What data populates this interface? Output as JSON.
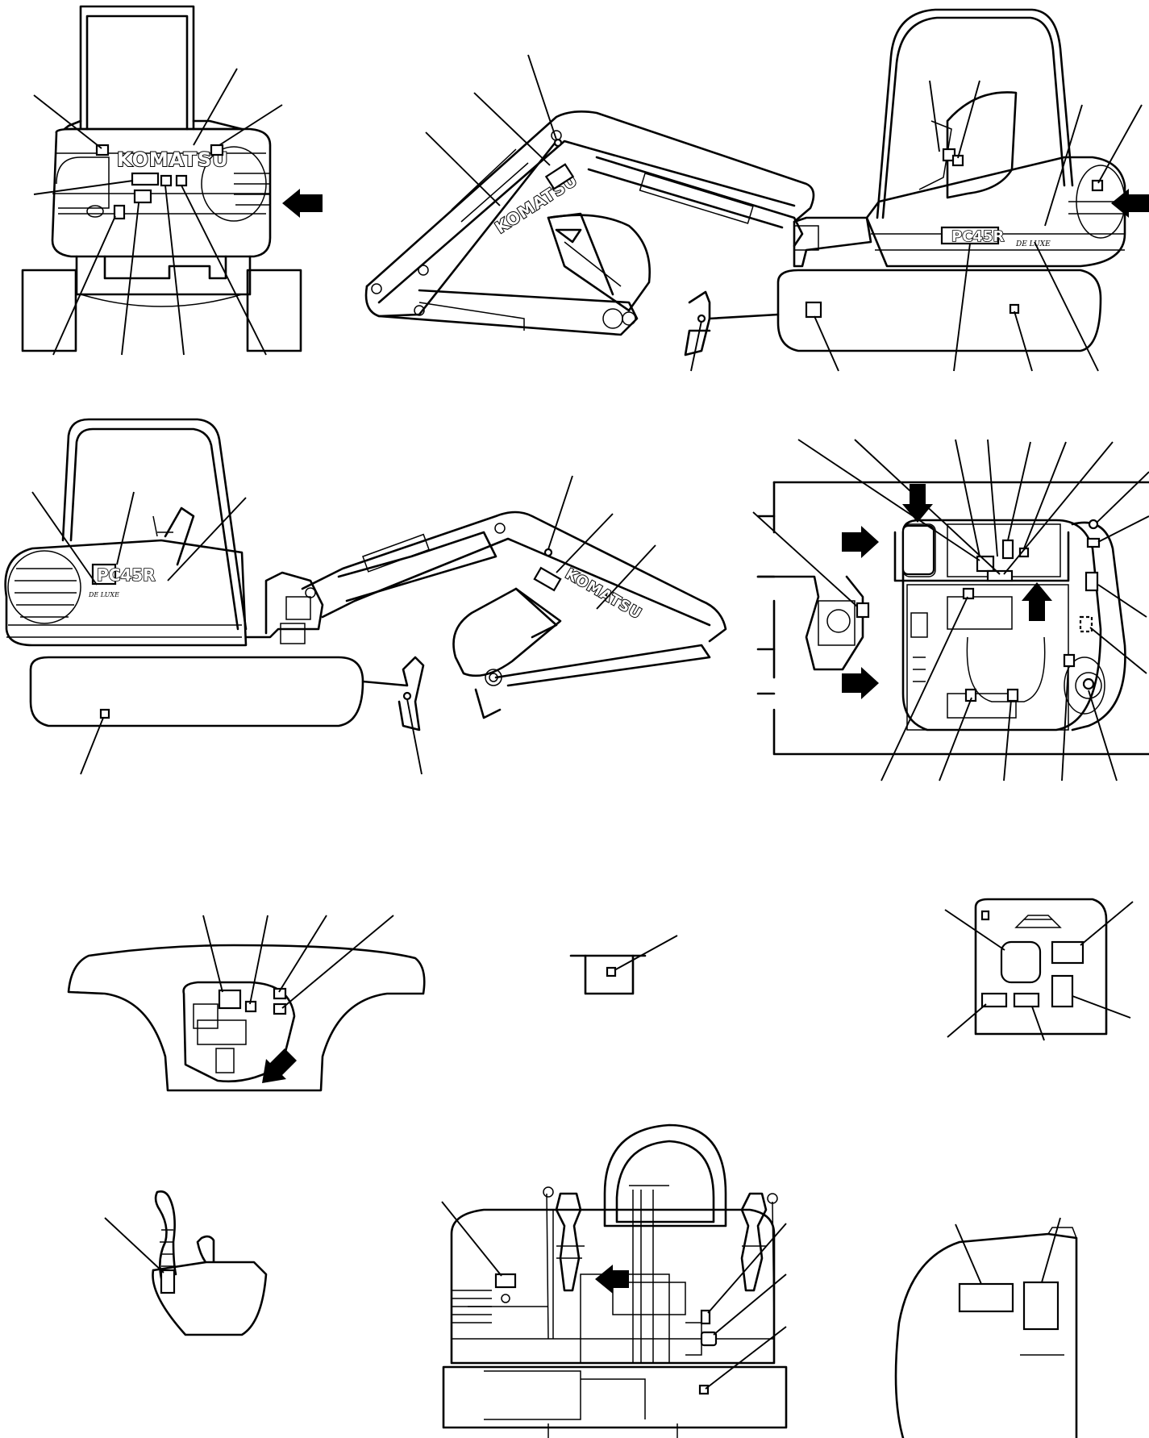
{
  "brand": "KOMATSU",
  "model": "PC45R",
  "model_prefix": "PC",
  "model_number": "45R",
  "edition": "DE LUXE",
  "icons": [
    "direction-arrow-icon"
  ]
}
